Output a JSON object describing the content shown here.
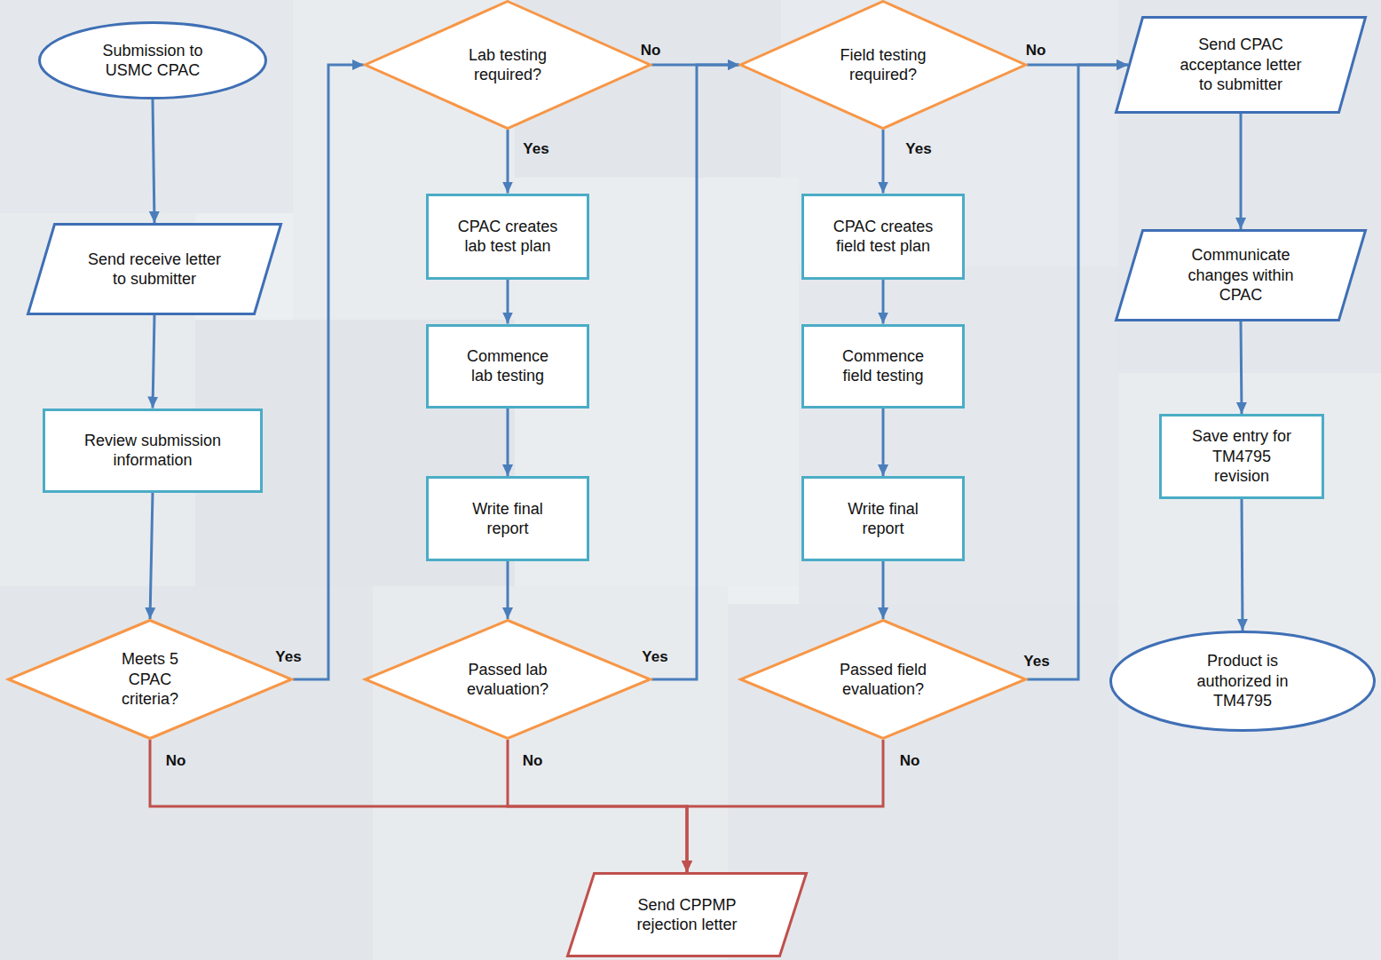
{
  "diagram": {
    "nodes": [
      {
        "text": [
          "Submission to USMC CPAC"
        ]
      },
      {
        "text": [
          "Send receive letter to submitter"
        ]
      },
      {
        "text": [
          "Review submission information"
        ]
      },
      {
        "text": [
          "Meets 5 CPAC criteria?"
        ]
      },
      {
        "text": [
          "Lab testing required?"
        ]
      },
      {
        "text": [
          "CPAC creates lab test plan"
        ]
      },
      {
        "text": [
          "Commence lab testing"
        ]
      },
      {
        "text": [
          "Write final report"
        ]
      },
      {
        "text": [
          "Passed lab evaluation?"
        ]
      },
      {
        "text": [
          "Field testing required?"
        ]
      },
      {
        "text": [
          "CPAC creates field test plan"
        ]
      },
      {
        "text": [
          "Commence field testing"
        ]
      },
      {
        "text": [
          "Write final report"
        ]
      },
      {
        "text": [
          "Passed field evaluation?"
        ]
      },
      {
        "text": [
          "Send CPAC acceptance letter to submitter"
        ]
      },
      {
        "text": [
          "Communicate changes within CPAC"
        ]
      },
      {
        "text": [
          "Save entry for TM4795 revision"
        ]
      },
      {
        "text": [
          "Product is authorized in TM4795"
        ]
      },
      {
        "text": [
          "Send CPPMP rejection letter"
        ]
      }
    ],
    "edges": [
      {
        "from": 0,
        "to": 1,
        "arrow": "to"
      },
      {
        "from": 1,
        "to": 2,
        "arrow": "to"
      },
      {
        "from": 2,
        "to": 3,
        "arrow": "to"
      },
      {
        "from": 3,
        "to": 4,
        "label": "Yes",
        "arrow": "to"
      },
      {
        "from": 3,
        "to": 18,
        "label": "No",
        "arrow": "to"
      },
      {
        "from": 4,
        "to": 5,
        "label": "Yes",
        "arrow": "to"
      },
      {
        "from": 4,
        "to": 9,
        "label": "No",
        "arrow": "to"
      },
      {
        "from": 5,
        "to": 6,
        "arrow": "to"
      },
      {
        "from": 6,
        "to": 7,
        "arrow": "to"
      },
      {
        "from": 7,
        "to": 8,
        "arrow": "to"
      },
      {
        "from": 8,
        "to": 9,
        "label": "Yes",
        "arrow": "to"
      },
      {
        "from": 8,
        "to": 18,
        "label": "No",
        "arrow": "to"
      },
      {
        "from": 9,
        "to": 10,
        "label": "Yes",
        "arrow": "to"
      },
      {
        "from": 9,
        "to": 14,
        "label": "No",
        "arrow": "to"
      },
      {
        "from": 10,
        "to": 11,
        "arrow": "to"
      },
      {
        "from": 11,
        "to": 12,
        "arrow": "to"
      },
      {
        "from": 12,
        "to": 13,
        "arrow": "to"
      },
      {
        "from": 13,
        "to": 14,
        "label": "Yes",
        "arrow": "to"
      },
      {
        "from": 13,
        "to": 18,
        "label": "No",
        "arrow": "to"
      },
      {
        "from": 14,
        "to": 15,
        "arrow": "to"
      },
      {
        "from": 15,
        "to": 16,
        "arrow": "to"
      },
      {
        "from": 16,
        "to": 17,
        "arrow": "to"
      }
    ]
  }
}
